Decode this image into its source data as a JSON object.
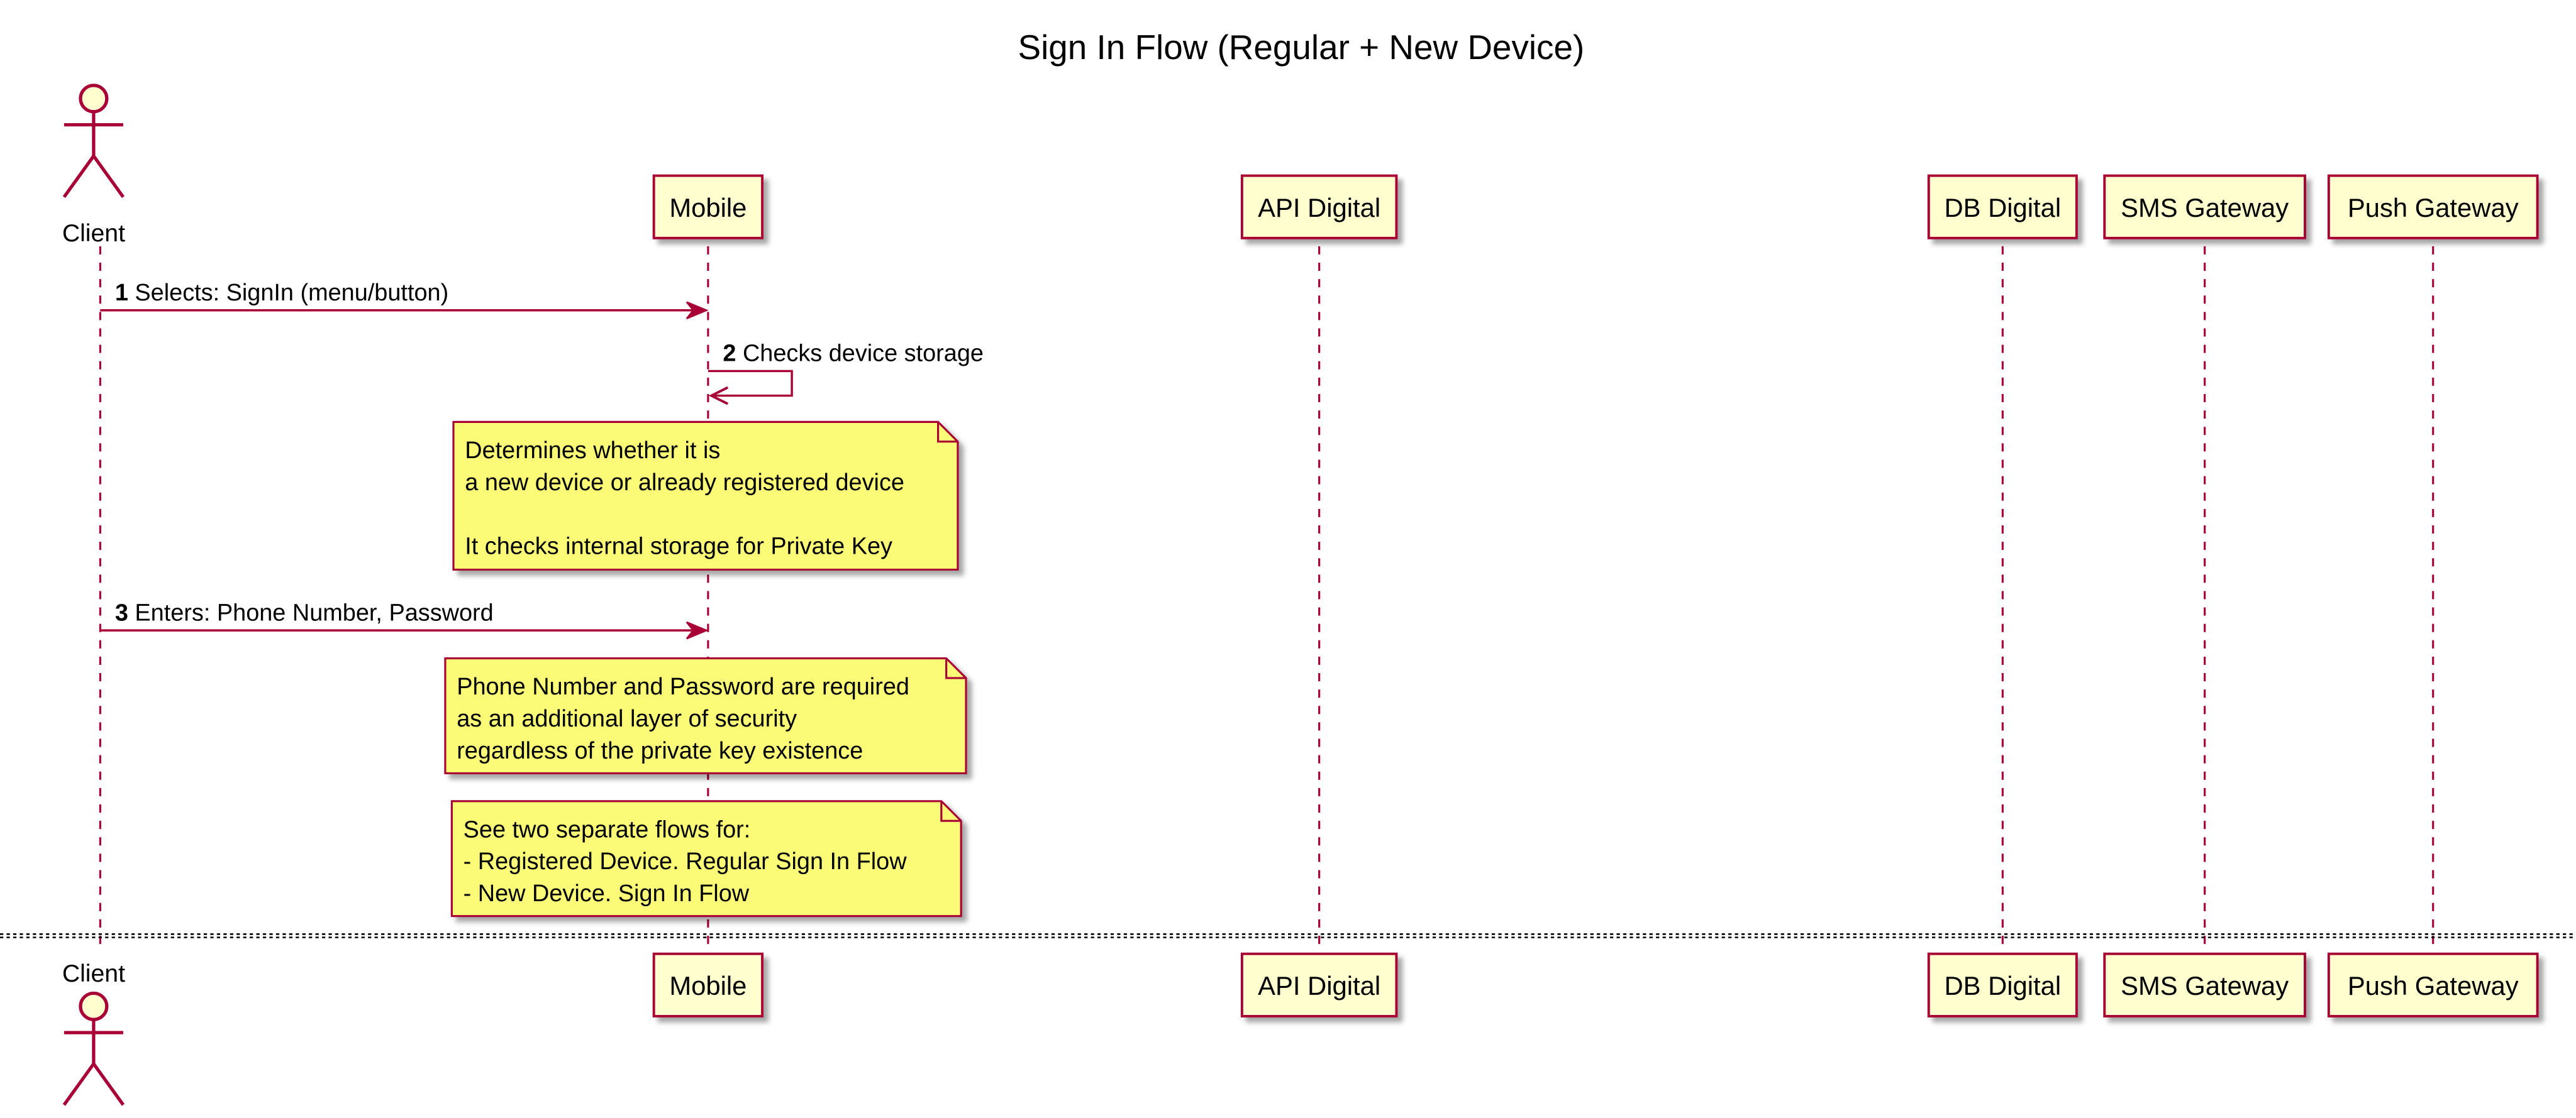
{
  "diagram": {
    "title": "Sign In Flow (Regular + New Device)",
    "colors": {
      "line": "#A80036",
      "participant_fill": "#FEFECE",
      "note_fill": "#FBFB77",
      "separator": "#000000"
    },
    "participants": [
      {
        "id": "client",
        "label": "Client",
        "kind": "actor"
      },
      {
        "id": "mobile",
        "label": "Mobile",
        "kind": "participant"
      },
      {
        "id": "api",
        "label": "API Digital",
        "kind": "participant"
      },
      {
        "id": "db",
        "label": "DB Digital",
        "kind": "participant"
      },
      {
        "id": "sms",
        "label": "SMS Gateway",
        "kind": "participant"
      },
      {
        "id": "push",
        "label": "Push Gateway",
        "kind": "participant"
      }
    ],
    "messages": [
      {
        "number": "1",
        "text": "Selects: SignIn (menu/button)",
        "from": "client",
        "to": "mobile"
      },
      {
        "number": "2",
        "text": "Checks device storage",
        "from": "mobile",
        "to": "mobile"
      },
      {
        "number": "3",
        "text": "Enters: Phone Number, Password",
        "from": "client",
        "to": "mobile"
      }
    ],
    "notes": [
      {
        "over": "mobile",
        "lines": [
          "Determines whether it is",
          "a new device or already registered device",
          "",
          "It checks internal storage for Private Key"
        ]
      },
      {
        "over": "mobile",
        "lines": [
          "Phone Number and Password are required",
          "as an additional layer of security",
          "regardless of the private key existence"
        ]
      },
      {
        "over": "mobile",
        "lines": [
          "See two separate flows for:",
          "- Registered Device. Regular Sign In Flow",
          "- New Device. Sign In Flow"
        ]
      }
    ]
  }
}
